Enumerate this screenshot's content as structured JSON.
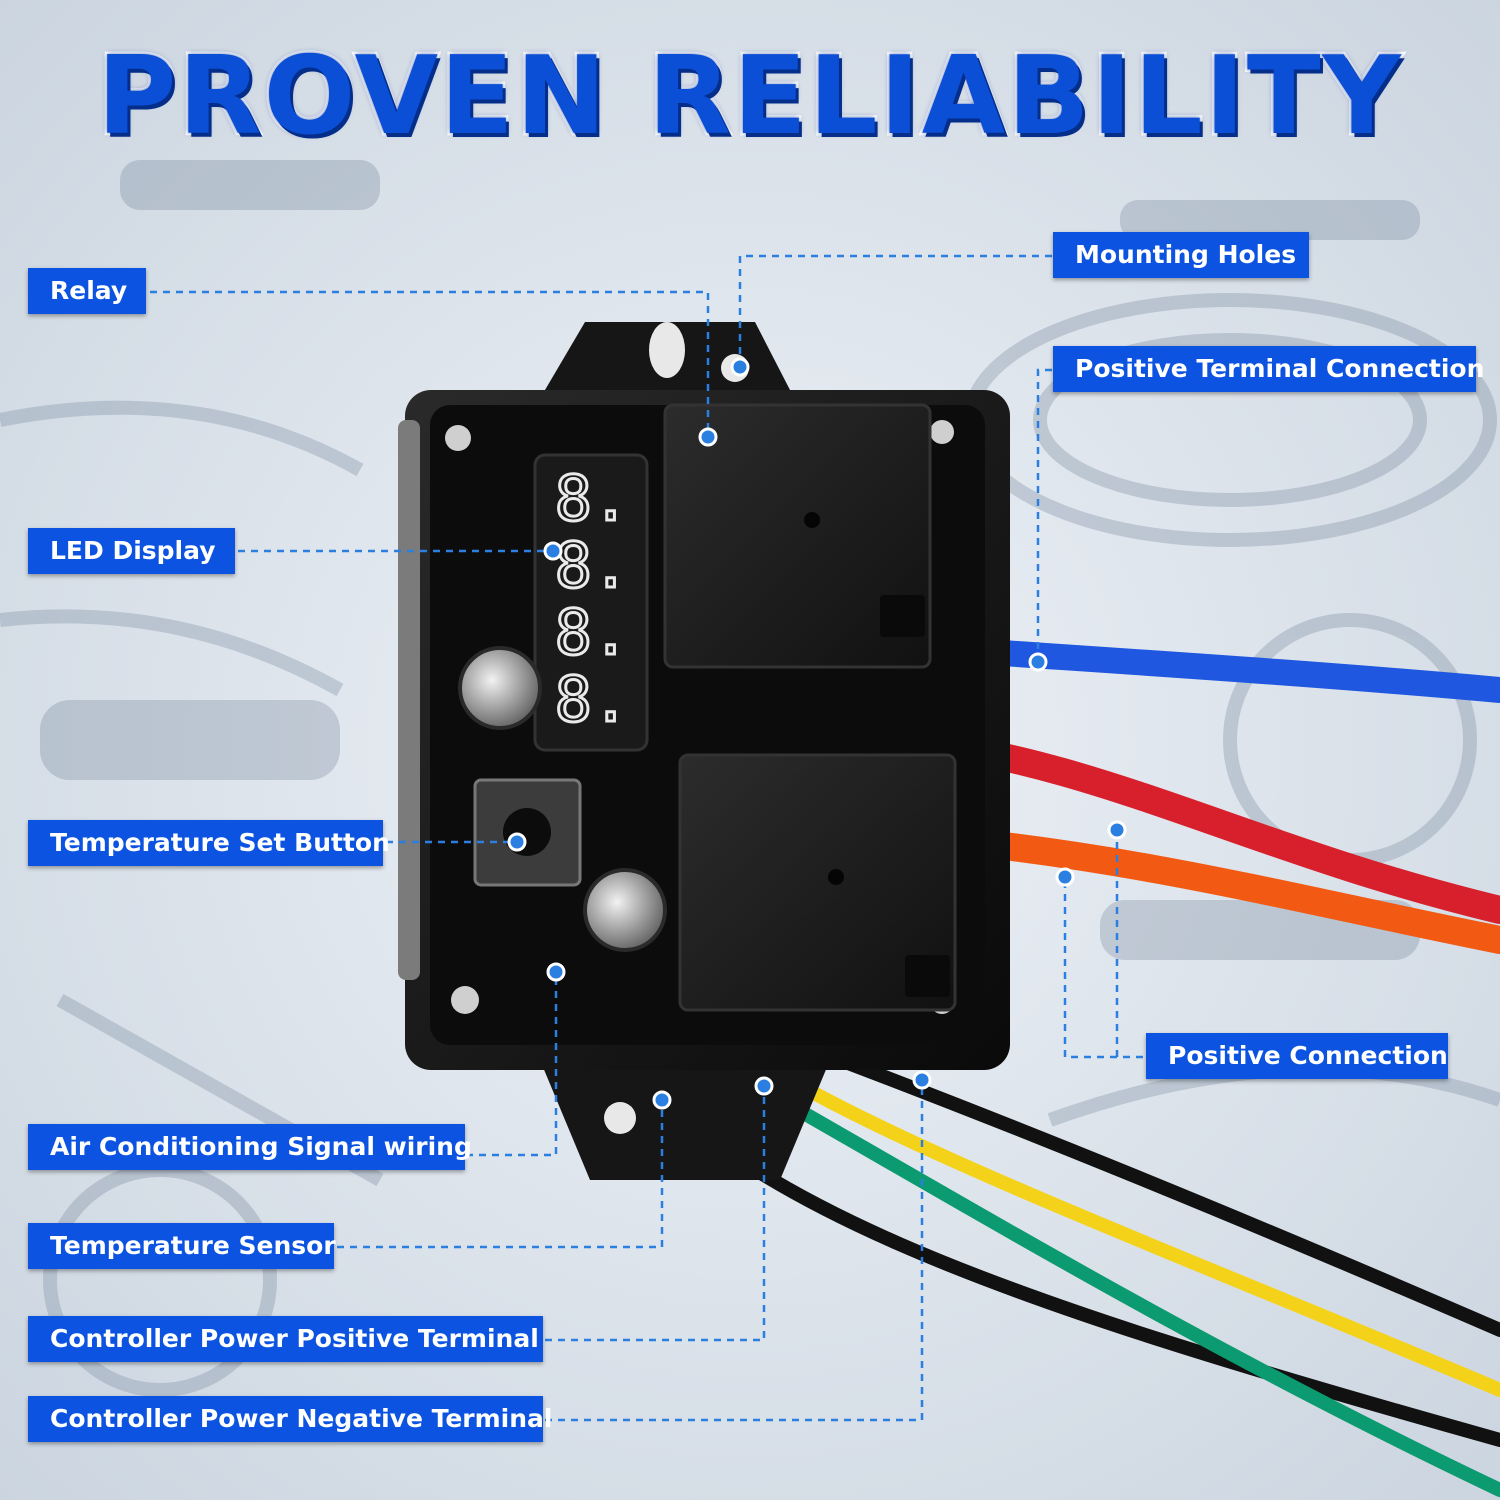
{
  "title": "PROVEN RELIABILITY",
  "callouts": {
    "relay": "Relay",
    "mounting_holes": "Mounting Holes",
    "positive_terminal_connection": "Positive Terminal Connection",
    "led_display": "LED Display",
    "temperature_set_button": "Temperature Set Button",
    "positive_connection": "Positive Connection",
    "ac_signal_wiring": "Air Conditioning Signal wiring",
    "temperature_sensor": "Temperature Sensor",
    "power_positive": "Controller Power Positive Terminal",
    "power_negative": "Controller Power Negative Terminal"
  },
  "device": {
    "display_digits": [
      "8.",
      "8.",
      "8.",
      "8."
    ]
  },
  "colors": {
    "label_bg": "#0b53e0",
    "title": "#0a4fd6",
    "leader": "#2a7fe0",
    "wire_blue": "#1f57e0",
    "wire_red": "#d8202c",
    "wire_orange": "#f25a14",
    "wire_green": "#0c9a70",
    "wire_yellow": "#f5d21a",
    "wire_black": "#111111"
  }
}
